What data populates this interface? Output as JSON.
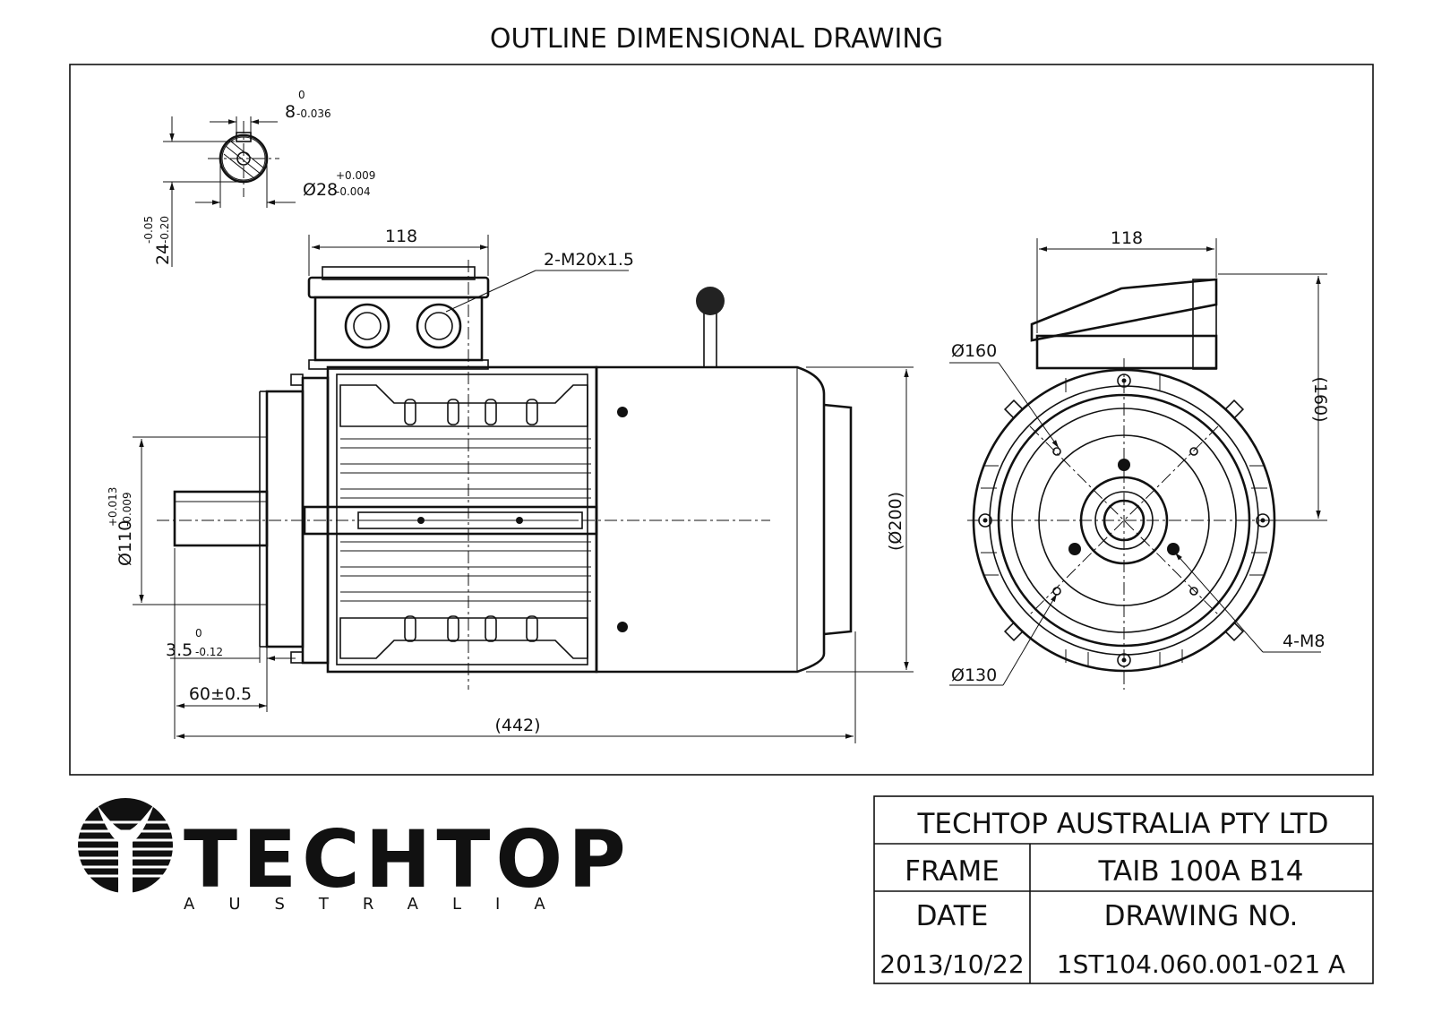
{
  "title": "OUTLINE DIMENSIONAL DRAWING",
  "dimensions": {
    "keyway_width": "8",
    "keyway_width_tol_upper": "0",
    "keyway_width_tol_lower": "-0.036",
    "shaft_dia": "Ø28",
    "shaft_dia_tol_upper": "+0.009",
    "shaft_dia_tol_lower": "-0.004",
    "key_height": "24",
    "key_height_tol_upper": "-0.05",
    "key_height_tol_lower": "-0.20",
    "terminal_box_width_side": "118",
    "cable_entry": "2-M20x1.5",
    "spigot_dia": "Ø110",
    "spigot_tol_upper": "+0.013",
    "spigot_tol_lower": "-0.009",
    "spigot_depth": "3.5",
    "spigot_depth_tol_upper": "0",
    "spigot_depth_tol_lower": "-0.12",
    "shaft_length": "60±0.5",
    "overall_length": "(442)",
    "body_dia": "(Ø200)",
    "terminal_box_width_end": "118",
    "centre_height": "(160)",
    "flange_dia": "Ø160",
    "pcd": "Ø130",
    "holes": "4-M8"
  },
  "logo": {
    "brand": "TECHTOP",
    "sub": "AUSTRALIA"
  },
  "title_block": {
    "company": "TECHTOP AUSTRALIA PTY LTD",
    "frame_label": "FRAME",
    "frame_value": "TAIB 100A B14",
    "date_label": "DATE",
    "drawing_no_label": "DRAWING NO.",
    "date_value": "2013/10/22",
    "drawing_no_value": "1ST104.060.001-021 A"
  }
}
